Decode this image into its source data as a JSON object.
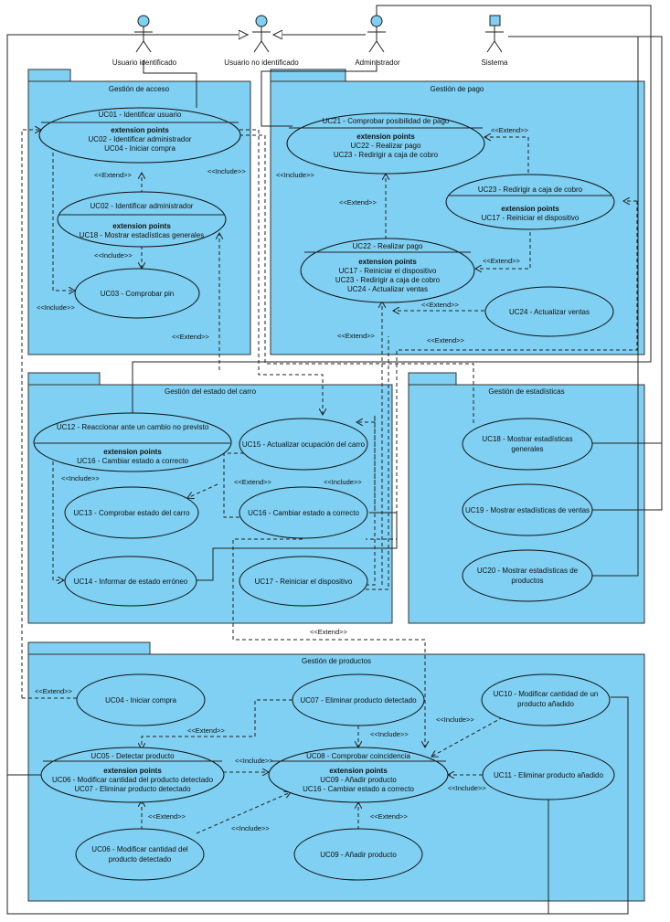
{
  "actors": {
    "a1": "Usuario identificado",
    "a2": "Usuario no identificado",
    "a3": "Administrador",
    "a4": "Sistema"
  },
  "packages": {
    "acceso": "Gestión de acceso",
    "pago": "Gestión de pago",
    "carro": "Gestión del estado del carro",
    "estadisticas": "Gestión de estadísticas",
    "productos": "Gestión de productos"
  },
  "use_cases": {
    "uc01": {
      "name": "UC01 - Identificar usuario",
      "ep_title": "extension points",
      "ep": [
        "UC02 - Identificar administrador",
        "UC04 - Iniciar compra"
      ]
    },
    "uc02": {
      "name": "UC02 - Identificar administrador",
      "ep_title": "extension points",
      "ep": [
        "UC18 - Mostrar estadísticas generales"
      ]
    },
    "uc03": {
      "name": "UC03 - Comprobar pin"
    },
    "uc21": {
      "name": "UC21 - Comprobar posibilidad de pago",
      "ep_title": "extension points",
      "ep": [
        "UC22 - Realizar pago",
        "UC23 - Redirigir a caja de cobro"
      ]
    },
    "uc23": {
      "name": "UC23 - Redirigir a caja de cobro",
      "ep_title": "extension points",
      "ep": [
        "UC17 - Reiniciar el dispositivo"
      ]
    },
    "uc22": {
      "name": "UC22 - Realizar pago",
      "ep_title": "extension points",
      "ep": [
        "UC17 - Reiniciar el dispositivo",
        "UC23 - Redirigir a caja de cobro",
        "UC24 - Actualizar ventas"
      ]
    },
    "uc24": {
      "name": "UC24 - Actualizar ventas"
    },
    "uc12": {
      "name": "UC12 - Reaccionar ante un cambio no previsto",
      "ep_title": "extension points",
      "ep": [
        "UC16 - Cambiar estado a correcto"
      ]
    },
    "uc15": {
      "name": "UC15 - Actualizar ocupación del carro"
    },
    "uc13": {
      "name": "UC13 - Comprobar estado del carro"
    },
    "uc16": {
      "name": "UC16 - Cambiar estado a correcto"
    },
    "uc14": {
      "name": "UC14 - Informar de estado erróneo"
    },
    "uc17": {
      "name": "UC17 - Reiniciar el dispositivo"
    },
    "uc18": {
      "name_l1": "UC18 - Mostrar estadísticas",
      "name_l2": "generales"
    },
    "uc19": {
      "name": "UC19 - Mostrar estadísticas de ventas"
    },
    "uc20": {
      "name_l1": "UC20 - Mostrar estadísticas de",
      "name_l2": "productos"
    },
    "uc04": {
      "name": "UC04 - Iniciar compra"
    },
    "uc07": {
      "name": "UC07 - Eliminar producto detectado"
    },
    "uc10": {
      "name_l1": "UC10 - Modificar cantidad de un",
      "name_l2": "producto añadido"
    },
    "uc05": {
      "name": "UC05 - Detectar producto",
      "ep_title": "extension points",
      "ep": [
        "UC06 - Modificar cantidad del producto detectado",
        "UC07 - Eliminar producto detectado"
      ]
    },
    "uc08": {
      "name": "UC08 - Comprobar coincidencia",
      "ep_title": "extension points",
      "ep": [
        "UC09 - Añadir producto",
        "UC16 - Cambiar estado a correcto"
      ]
    },
    "uc11": {
      "name": "UC11 - Eliminar producto añadido"
    },
    "uc06": {
      "name_l1": "UC06 - Modificar cantidad del",
      "name_l2": "producto detectado"
    },
    "uc09": {
      "name": "UC09 - Añadir producto"
    }
  },
  "labels": {
    "extend": "<<Extend>>",
    "include": "<<Include>>"
  }
}
